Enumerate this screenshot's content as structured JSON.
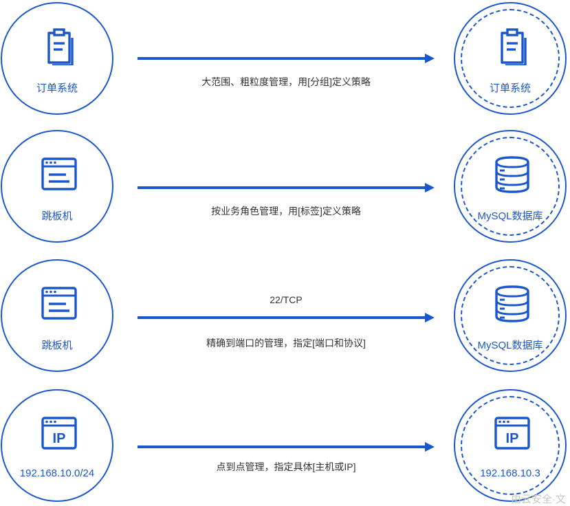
{
  "colors": {
    "accent": "#1a56cc",
    "caption_text": "#333333"
  },
  "rows": [
    {
      "source": {
        "icon": "document-icon",
        "label": "订单系统"
      },
      "target": {
        "icon": "document-icon",
        "label": "订单系统"
      },
      "arrow_top_text": "",
      "arrow_bottom_text": "大范围、粗粒度管理，用[分组]定义策略"
    },
    {
      "source": {
        "icon": "browser-window-icon",
        "label": "跳板机"
      },
      "target": {
        "icon": "database-icon",
        "label": "MySQL数据库"
      },
      "arrow_top_text": "",
      "arrow_bottom_text": "按业务角色管理，用[标签]定义策略"
    },
    {
      "source": {
        "icon": "browser-window-icon",
        "label": "跳板机"
      },
      "target": {
        "icon": "database-icon",
        "label": "MySQL数据库"
      },
      "arrow_top_text": "22/TCP",
      "arrow_bottom_text": "精确到端口的管理，指定[端口和协议]"
    },
    {
      "source": {
        "icon": "ip-window-icon",
        "label": "192.168.10.0/24",
        "icon_text": "IP"
      },
      "target": {
        "icon": "ip-window-icon",
        "label": "192.168.10.3",
        "icon_text": "IP"
      },
      "arrow_top_text": "",
      "arrow_bottom_text": "点到点管理，指定具体[主机或IP]"
    }
  ],
  "watermark": "由云安全·文"
}
